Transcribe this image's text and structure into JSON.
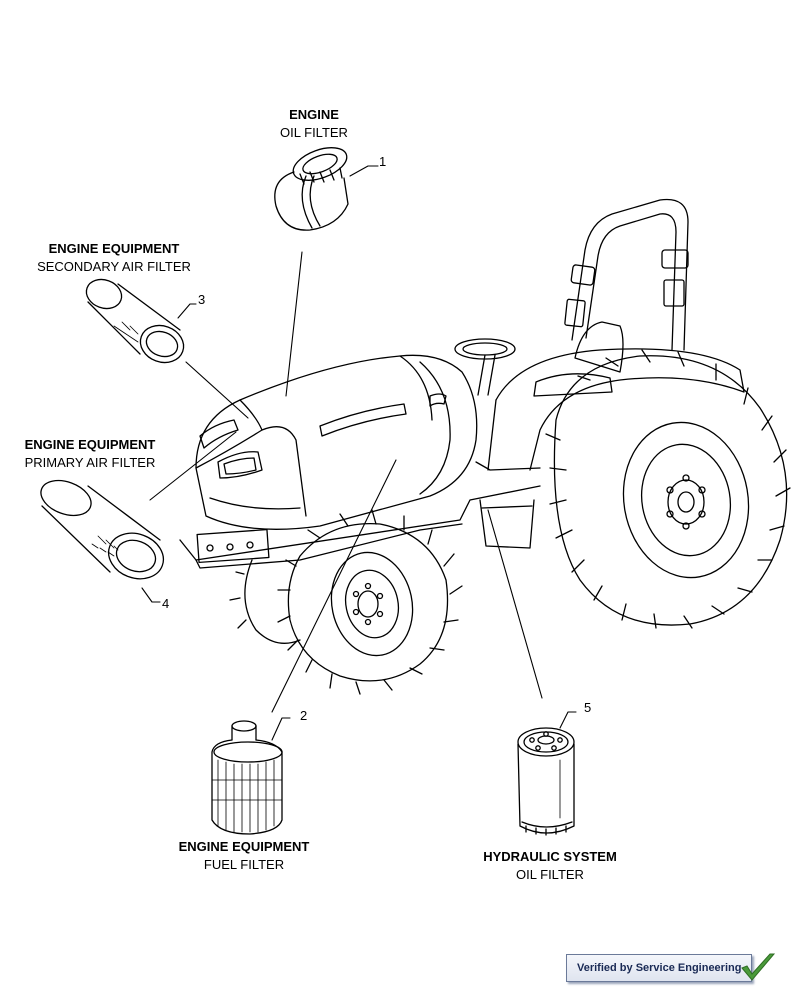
{
  "labels": {
    "engine_oil": {
      "heading": "ENGINE",
      "sub": "OIL FILTER"
    },
    "secondary_air": {
      "heading": "ENGINE EQUIPMENT",
      "sub": "SECONDARY AIR FILTER"
    },
    "primary_air": {
      "heading": "ENGINE EQUIPMENT",
      "sub": "PRIMARY AIR FILTER"
    },
    "fuel": {
      "heading": "ENGINE EQUIPMENT",
      "sub": "FUEL FILTER"
    },
    "hydraulic": {
      "heading": "HYDRAULIC SYSTEM",
      "sub": "OIL FILTER"
    }
  },
  "callouts": [
    "1",
    "2",
    "3",
    "4",
    "5"
  ],
  "badge": {
    "text": "Verified by Service Engineering",
    "check_icon": "check-mark-icon",
    "check_color": "#4a9a3a"
  }
}
